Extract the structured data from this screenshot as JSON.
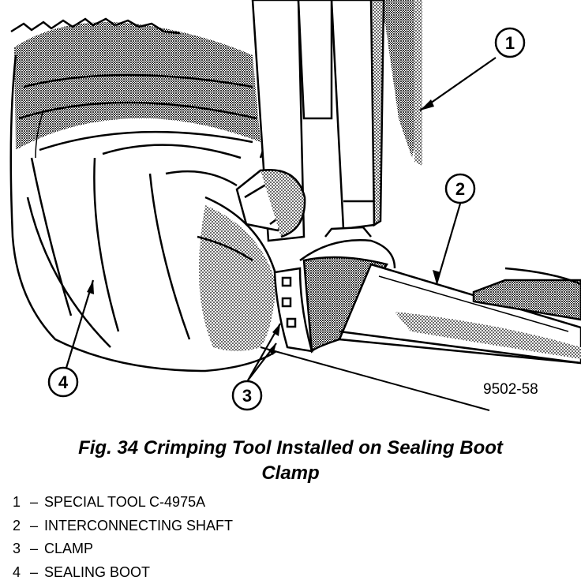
{
  "figure": {
    "callouts": [
      "1",
      "2",
      "3",
      "4"
    ],
    "figure_id": "9502-58"
  },
  "caption": {
    "line1": "Fig. 34 Crimping Tool Installed on Sealing Boot",
    "line2": "Clamp"
  },
  "legend": [
    {
      "num": "1",
      "dash": "–",
      "text": "SPECIAL TOOL C-4975A"
    },
    {
      "num": "2",
      "dash": "–",
      "text": "INTERCONNECTING SHAFT"
    },
    {
      "num": "3",
      "dash": "–",
      "text": "CLAMP"
    },
    {
      "num": "4",
      "dash": "–",
      "text": "SEALING BOOT"
    }
  ]
}
